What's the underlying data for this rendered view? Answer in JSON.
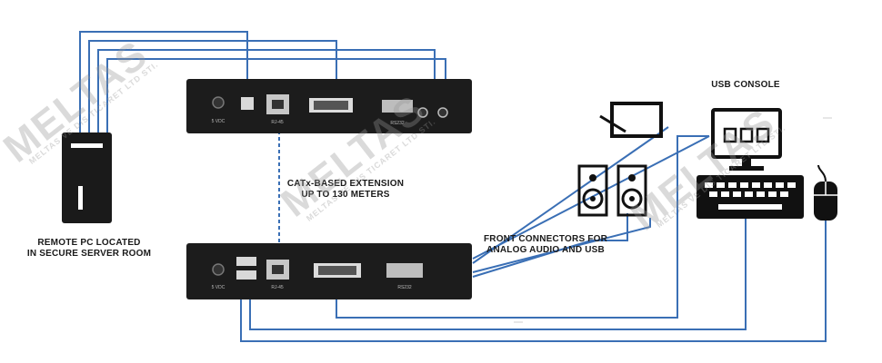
{
  "labels": {
    "remote_pc_line1": "REMOTE PC LOCATED",
    "remote_pc_line2": "IN SECURE SERVER ROOM",
    "extension_line1": "CATx-BASED EXTENSION",
    "extension_line2": "UP TO 130 METERS",
    "front_connectors_line1": "FRONT CONNECTORS FOR",
    "front_connectors_line2": "ANALOG AUDIO AND USB",
    "usb_console": "USB CONSOLE"
  },
  "port_labels": {
    "power": "5 VDC",
    "rj45": "RJ-45",
    "rs232": "RS232"
  },
  "watermark": {
    "brand": "MELTAS",
    "company": "MELTAS VE DIS TICARET LTD STI."
  },
  "colors": {
    "cable": "#3a6fb5",
    "device_body": "#1c1c1c",
    "icon_dark": "#111111",
    "watermark": "#9a9a9a"
  }
}
